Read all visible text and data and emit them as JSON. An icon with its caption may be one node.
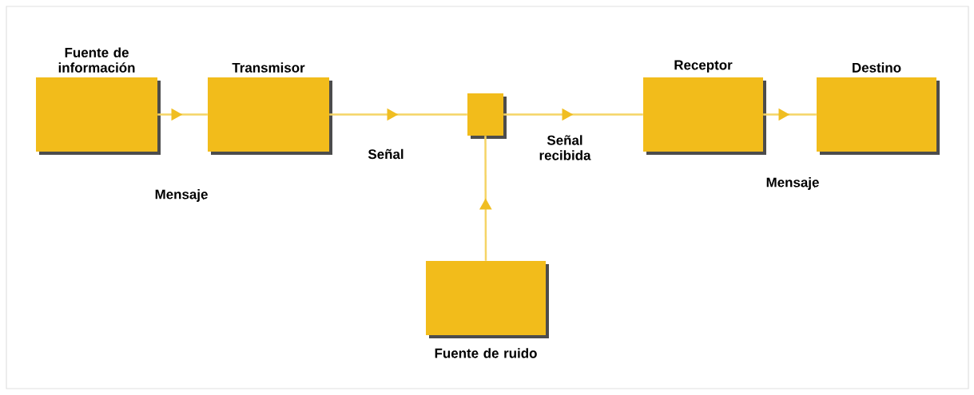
{
  "diagram": {
    "nodes": [
      {
        "text": [
          "Fuente de información"
        ]
      },
      {
        "text": [
          "Transmisor"
        ]
      },
      {
        "text": [],
        "shape": "box"
      },
      {
        "text": [
          "Receptor"
        ]
      },
      {
        "text": [
          "Destino"
        ]
      },
      {
        "text": [
          "Fuente de ruido"
        ]
      }
    ],
    "edges": [
      {
        "from": 0,
        "to": 1,
        "arrow": "to"
      },
      {
        "from": 1,
        "to": 2,
        "arrow": "to"
      },
      {
        "from": 2,
        "to": 3,
        "arrow": "to"
      },
      {
        "from": 3,
        "to": 4,
        "arrow": "to"
      },
      {
        "from": 5,
        "to": 2,
        "arrow": "to"
      }
    ],
    "labels": [
      "Mensaje",
      "Señal",
      "Señal recibida",
      "Mensaje"
    ]
  }
}
